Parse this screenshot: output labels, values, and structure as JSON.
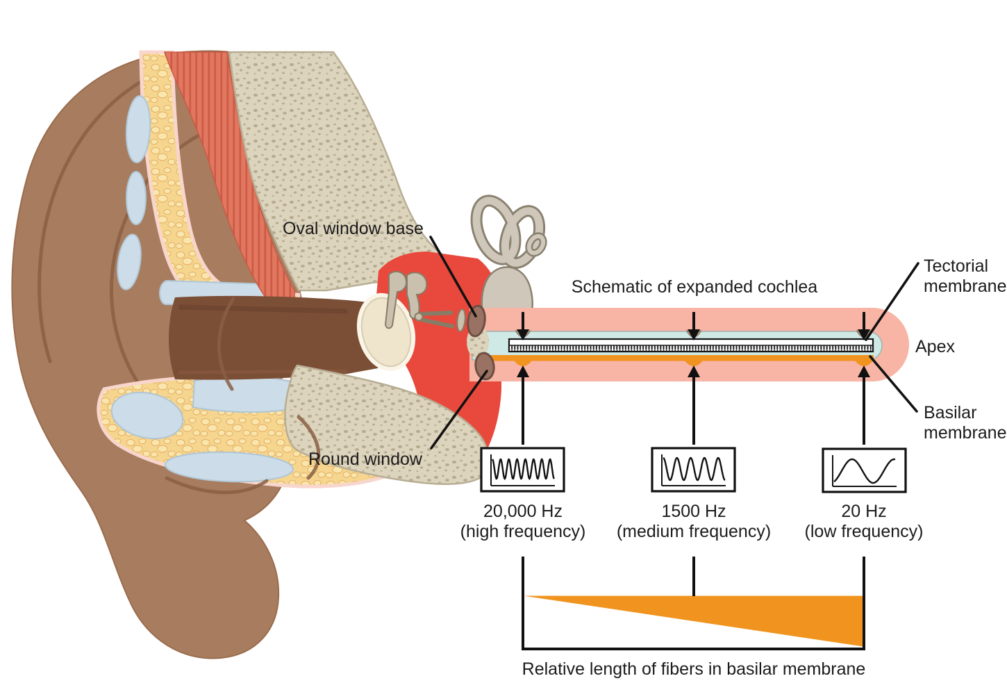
{
  "title": "Schematic of expanded cochlea",
  "labels": {
    "oval_window": "Oval window base",
    "round_window": "Round window",
    "tectorial_membrane": "Tectorial membrane",
    "apex": "Apex",
    "basilar_membrane": "Basilar membrane"
  },
  "frequencies": [
    {
      "value": "20,000 Hz",
      "qualifier": "(high frequency)"
    },
    {
      "value": "1500 Hz",
      "qualifier": "(medium frequency)"
    },
    {
      "value": "20 Hz",
      "qualifier": "(low frequency)"
    }
  ],
  "caption": "Relative length of fibers in basilar membrane",
  "colors": {
    "orange": "#F0941F",
    "tube_pink": "#F8B4A5",
    "duct_blue": "#CFE9E6",
    "cavity_red": "#E8493C",
    "pinna_brown": "#A87C5E",
    "canal_brown": "#7B4E36",
    "bone_beige": "#DDD4BE",
    "fat_yellow": "#F6D58F",
    "cartilage_blue": "#CCDCE8",
    "muscle_red": "#E0775E",
    "line_black": "#161616"
  }
}
